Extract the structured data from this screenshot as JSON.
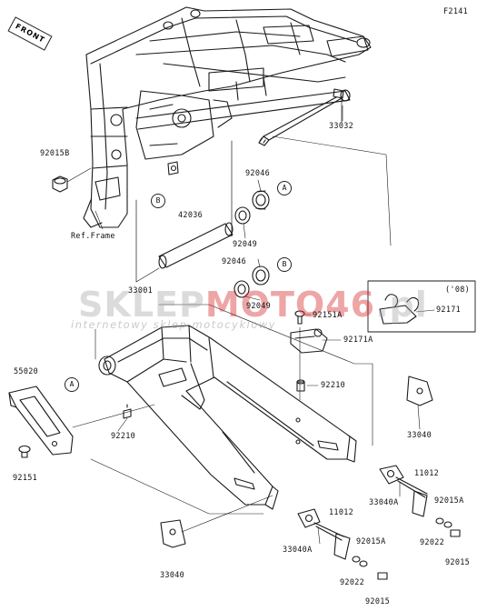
{
  "figure_code": "F2141",
  "front_label": "FRONT",
  "watermark": {
    "brand_a": "SKLEP",
    "brand_b": "MOTO46",
    "brand_c": ".pl",
    "tagline": "internetowy sklep motocyklowy"
  },
  "labels": {
    "p92015B": "92015B",
    "p33032": "33032",
    "p92046a": "92046",
    "p42036": "42036",
    "p92049a": "92049",
    "refframe": "Ref.Frame",
    "p92046b": "92046",
    "p33001": "33001",
    "p92049b": "92049",
    "p92151A": "92151A",
    "p08": "('08)",
    "p92171": "92171",
    "p92171A": "92171A",
    "p55020": "55020",
    "p92210a": "92210",
    "p92210b": "92210",
    "p33040a": "33040",
    "p92151": "92151",
    "p11012a": "11012",
    "p33040Aa": "33040A",
    "p92015Aa": "92015A",
    "p92022a": "92022",
    "p92015a": "92015",
    "p11012b": "11012",
    "p33040Ab": "33040A",
    "p92015Ab": "92015A",
    "p92022b": "92022",
    "p33040b": "33040",
    "p92015b": "92015"
  },
  "callouts": {
    "a1": "A",
    "a2": "A",
    "b1": "B",
    "b2": "B"
  }
}
